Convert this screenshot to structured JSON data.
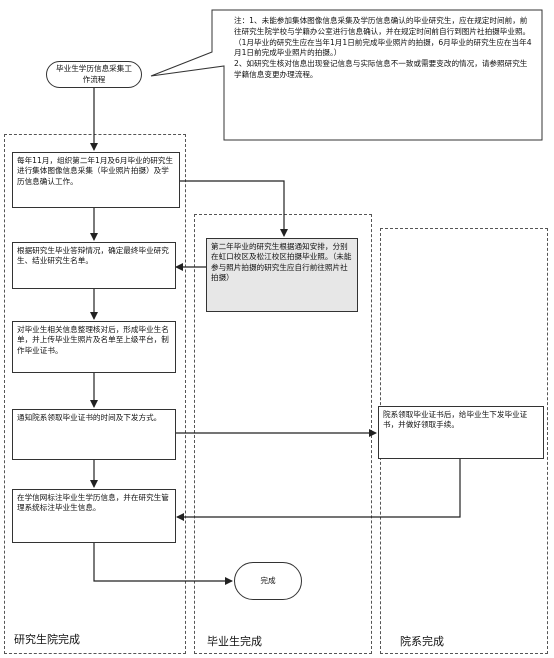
{
  "note": {
    "item1": "注：1、未能参加集体图像信息采集及学历信息确认的毕业研究生，应在规定时间前，前往研究生院学校与学籍办公室进行信息确认，并在规定时间前自行到图片社拍摄毕业照。（1月毕业的研究生应在当年1月1日前完成毕业照片的拍摄，6月毕业的研究生应在当年4月1日前完成毕业照片的拍摄。）",
    "item2": "2、如研究生核对信息出现登记信息与实际信息不一致或需要变改的情况，请参照研究生学籍信息变更办理流程。"
  },
  "start": {
    "label": "毕业生学历信息采集工作流程"
  },
  "end": {
    "label": "完成"
  },
  "steps": {
    "collect": "每年11月，组织第二年1月及6月毕业的研究生进行集体图像信息采集（毕业照片拍摄）及学历信息确认工作。",
    "confirm_list": "根据研究生毕业答辩情况，确定最终毕业研究生、结业研究生名单。",
    "upload": "对毕业生相关信息整理核对后，形成毕业生名单，并上传毕业生照片及名单至上级平台，制作毕业证书。",
    "notify": "通知院系领取毕业证书的时间及下发方式。",
    "mark": "在学信网标注毕业生学历信息，并在研究生管理系统标注毕业生信息。",
    "student_photo": "第二年毕业的研究生根据通知安排，分别在虹口校区及松江校区拍摄毕业照。（未能参与照片拍摄的研究生应自行前往照片社拍摄）",
    "dept_issue": "院系领取毕业证书后，给毕业生下发毕业证书，并做好领取手续。"
  },
  "lanes": {
    "graduate_school": "研究生院完成",
    "graduates": "毕业生完成",
    "departments": "院系完成"
  }
}
